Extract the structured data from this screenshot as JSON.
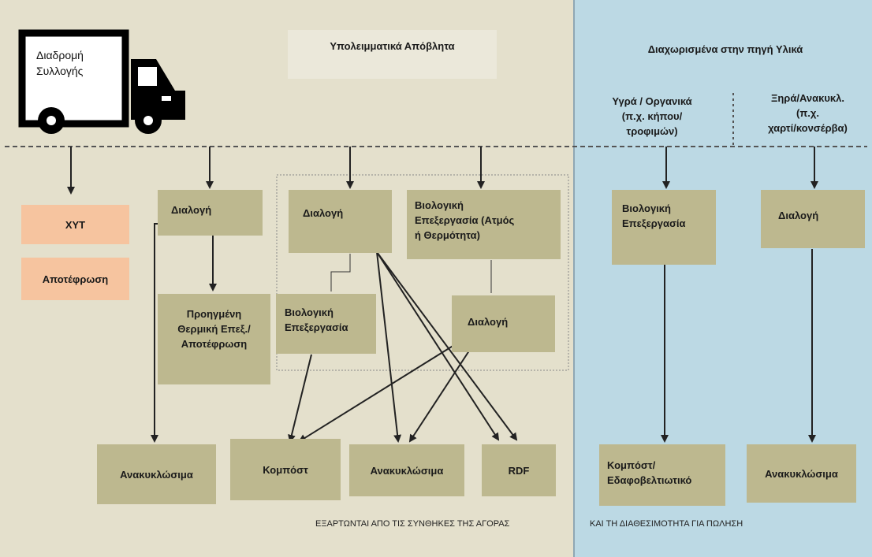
{
  "headers": {
    "residual": "Υπολειμματικά Απόβλητα",
    "separated": "Διαχωρισμένα στην πηγή Υλικά",
    "wet": "Υγρά / Οργανικά\n(π.χ. κήπου/\nτροφιμών)",
    "dry": "Ξηρά/Ανακυκλ.\n(π.χ.\nχαρτί/κονσέρβα)"
  },
  "truck": {
    "label": "Διαδρομή\nΣυλλογής",
    "icon": "truck-icon"
  },
  "boxes": {
    "xyt": "ΧΥΤ",
    "incineration": "Αποτέφρωση",
    "sorting1": "Διαλογή",
    "advanced_thermal": "Προηγμένη\nΘερμική Επεξ./\nΑποτέφρωση",
    "recyclables1": "Ανακυκλώσιμα",
    "sorting2": "Διαλογή",
    "bio_steam": "Βιολογική\nΕπεξεργασία (Ατμός\nή Θερμότητα)",
    "bio_treat": "Βιολογική\nΕπεξεργασία",
    "sorting3": "Διαλογή",
    "compost": "Κομπόστ",
    "recyclables2": "Ανακυκλώσιμα",
    "rdf": "RDF",
    "bio_treat2": "Βιολογική\nΕπεξεργασία",
    "sorting4": "Διαλογή",
    "compost_soil": "Κομπόστ/\nΕδαφοβελτιωτικό",
    "recyclables3": "Ανακυκλώσιμα"
  },
  "notes": {
    "market": "ΕΞΑΡΤΩΝΤΑΙ ΑΠΟ ΤΙΣ ΣΥΝΘΗΚΕΣ ΤΗΣ ΑΓΟΡΑΣ",
    "availability": "ΚΑΙ ΤΗ ΔΙΑΘΕΣΙΜΟΤΗΤΑ ΓΙΑ ΠΩΛΗΣΗ"
  },
  "colors": {
    "left_bg": "#e4e0cc",
    "right_bg": "#bcd9e4",
    "box": "#bdb88f",
    "orange_box": "#f6c49f"
  }
}
